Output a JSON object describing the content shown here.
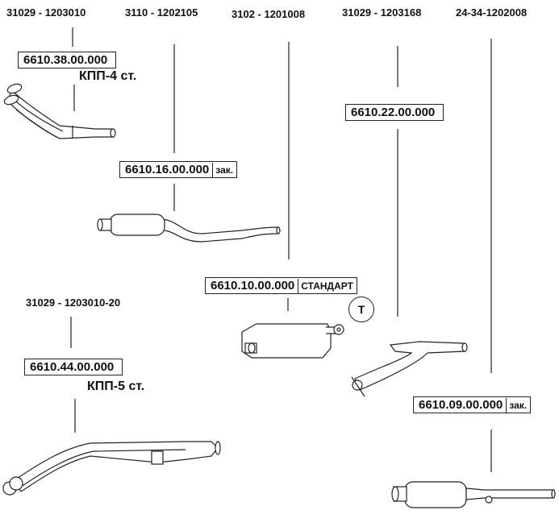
{
  "headers": {
    "h1": "31029 - 1203010",
    "h2": "3110 - 1202105",
    "h3": "3102 - 1201008",
    "h4": "31029 - 1203168",
    "h5": "24-34-1202008",
    "h6": "31029 - 1203010-20"
  },
  "parts": {
    "p1": {
      "code": "6610.38.00.000"
    },
    "p2": {
      "code": "6610.16.00.000",
      "suffix": "зак."
    },
    "p3": {
      "code": "6610.22.00.000"
    },
    "p4": {
      "code": "6610.10.00.000",
      "suffix": "СТАНДАРТ"
    },
    "p5": {
      "code": "6610.44.00.000"
    },
    "p6": {
      "code": "6610.09.00.000",
      "suffix": "зак."
    }
  },
  "notes": {
    "kpp4": "КПП-4 ст.",
    "kpp5": "КПП-5 ст.",
    "t_mark": "T"
  },
  "colors": {
    "line": "#222222",
    "background": "#ffffff"
  }
}
